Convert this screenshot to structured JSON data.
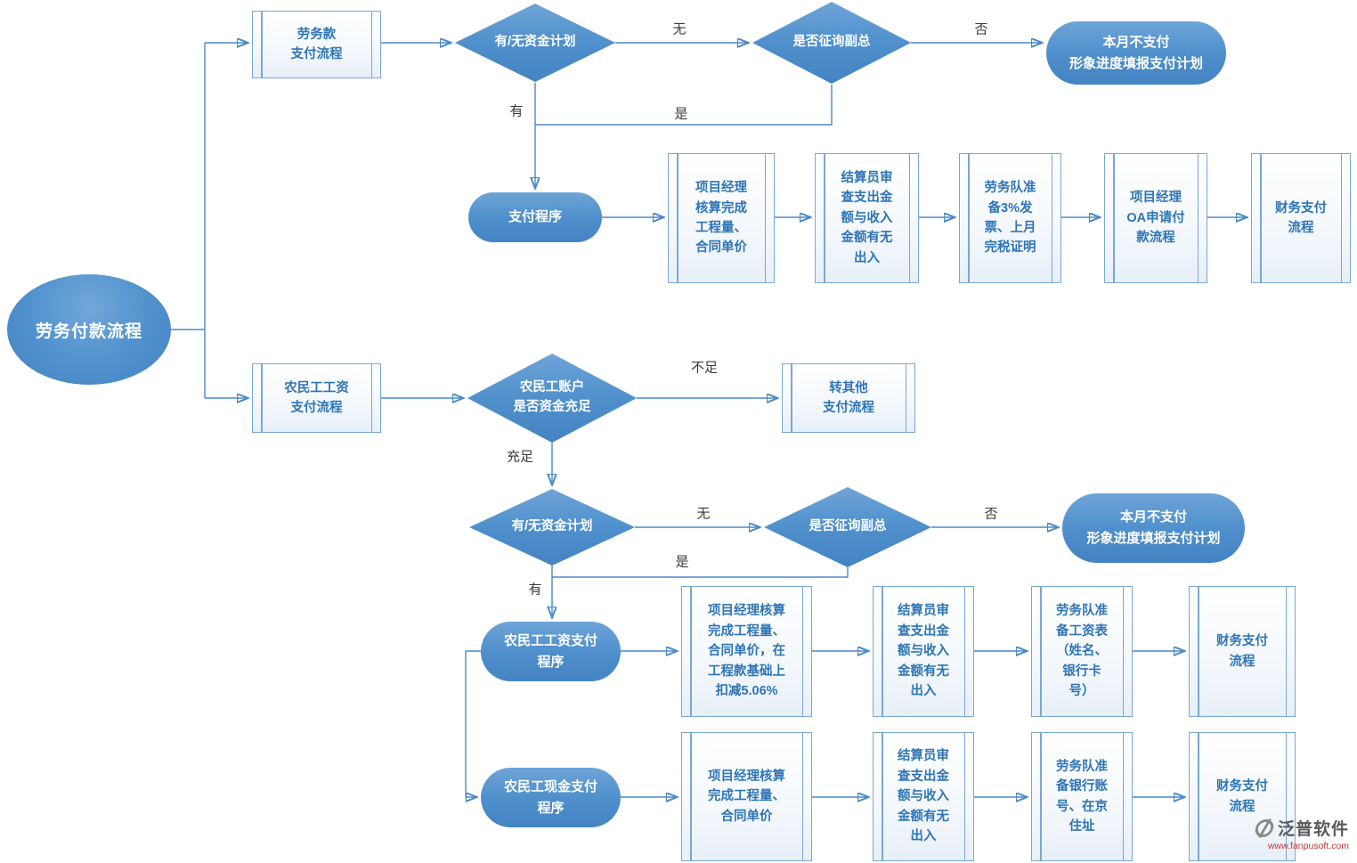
{
  "start": {
    "label": "劳务付款流程"
  },
  "edge_labels": {
    "flow1_no": "无",
    "flow1_deny": "否",
    "flow1_yes": "是",
    "flow1_have": "有",
    "flow2_insufficient": "不足",
    "flow2_sufficient": "充足",
    "flow2_no": "无",
    "flow2_deny": "否",
    "flow2_yes": "是",
    "flow2_have": "有"
  },
  "flow1": {
    "entry": "劳务款\n支付流程",
    "decision_fund_plan": "有/无资金计划",
    "decision_consult": "是否征询副总",
    "terminal_no_pay": "本月不支付\n形象进度填报支付计划",
    "start_process": "支付程序",
    "steps": [
      "项目经理\n核算完成\n工程量、\n合同单价",
      "结算员审\n查支出金\n额与收入\n金额有无\n出入",
      "劳务队准\n备3%发\n票、上月\n完税证明",
      "项目经理\nOA申请付\n款流程",
      "财务支付\n流程"
    ]
  },
  "flow2": {
    "entry": "农民工工资\n支付流程",
    "decision_funds": "农民工账户\n是否资金充足",
    "transfer_other": "转其他\n支付流程",
    "decision_fund_plan": "有/无资金计划",
    "decision_consult": "是否征询副总",
    "terminal_no_pay": "本月不支付\n形象进度填报支付计划",
    "wage_start": "农民工工资支付\n程序",
    "wage_steps": [
      "项目经理核算\n完成工程量、\n合同单价，在\n工程款基础上\n扣减5.06%",
      "结算员审\n查支出金\n额与收入\n金额有无\n出入",
      "劳务队准\n备工资表\n（姓名、\n银行卡\n号）",
      "财务支付\n流程"
    ],
    "cash_start": "农民工现金支付\n程序",
    "cash_steps": [
      "项目经理核算\n完成工程量、\n合同单价",
      "结算员审\n查支出金\n额与收入\n金额有无\n出入",
      "劳务队准\n备银行账\n号、在京\n住址",
      "财务支付\n流程"
    ]
  },
  "watermark": {
    "brand": "泛普软件",
    "url": "www.fanpusoft.com"
  }
}
